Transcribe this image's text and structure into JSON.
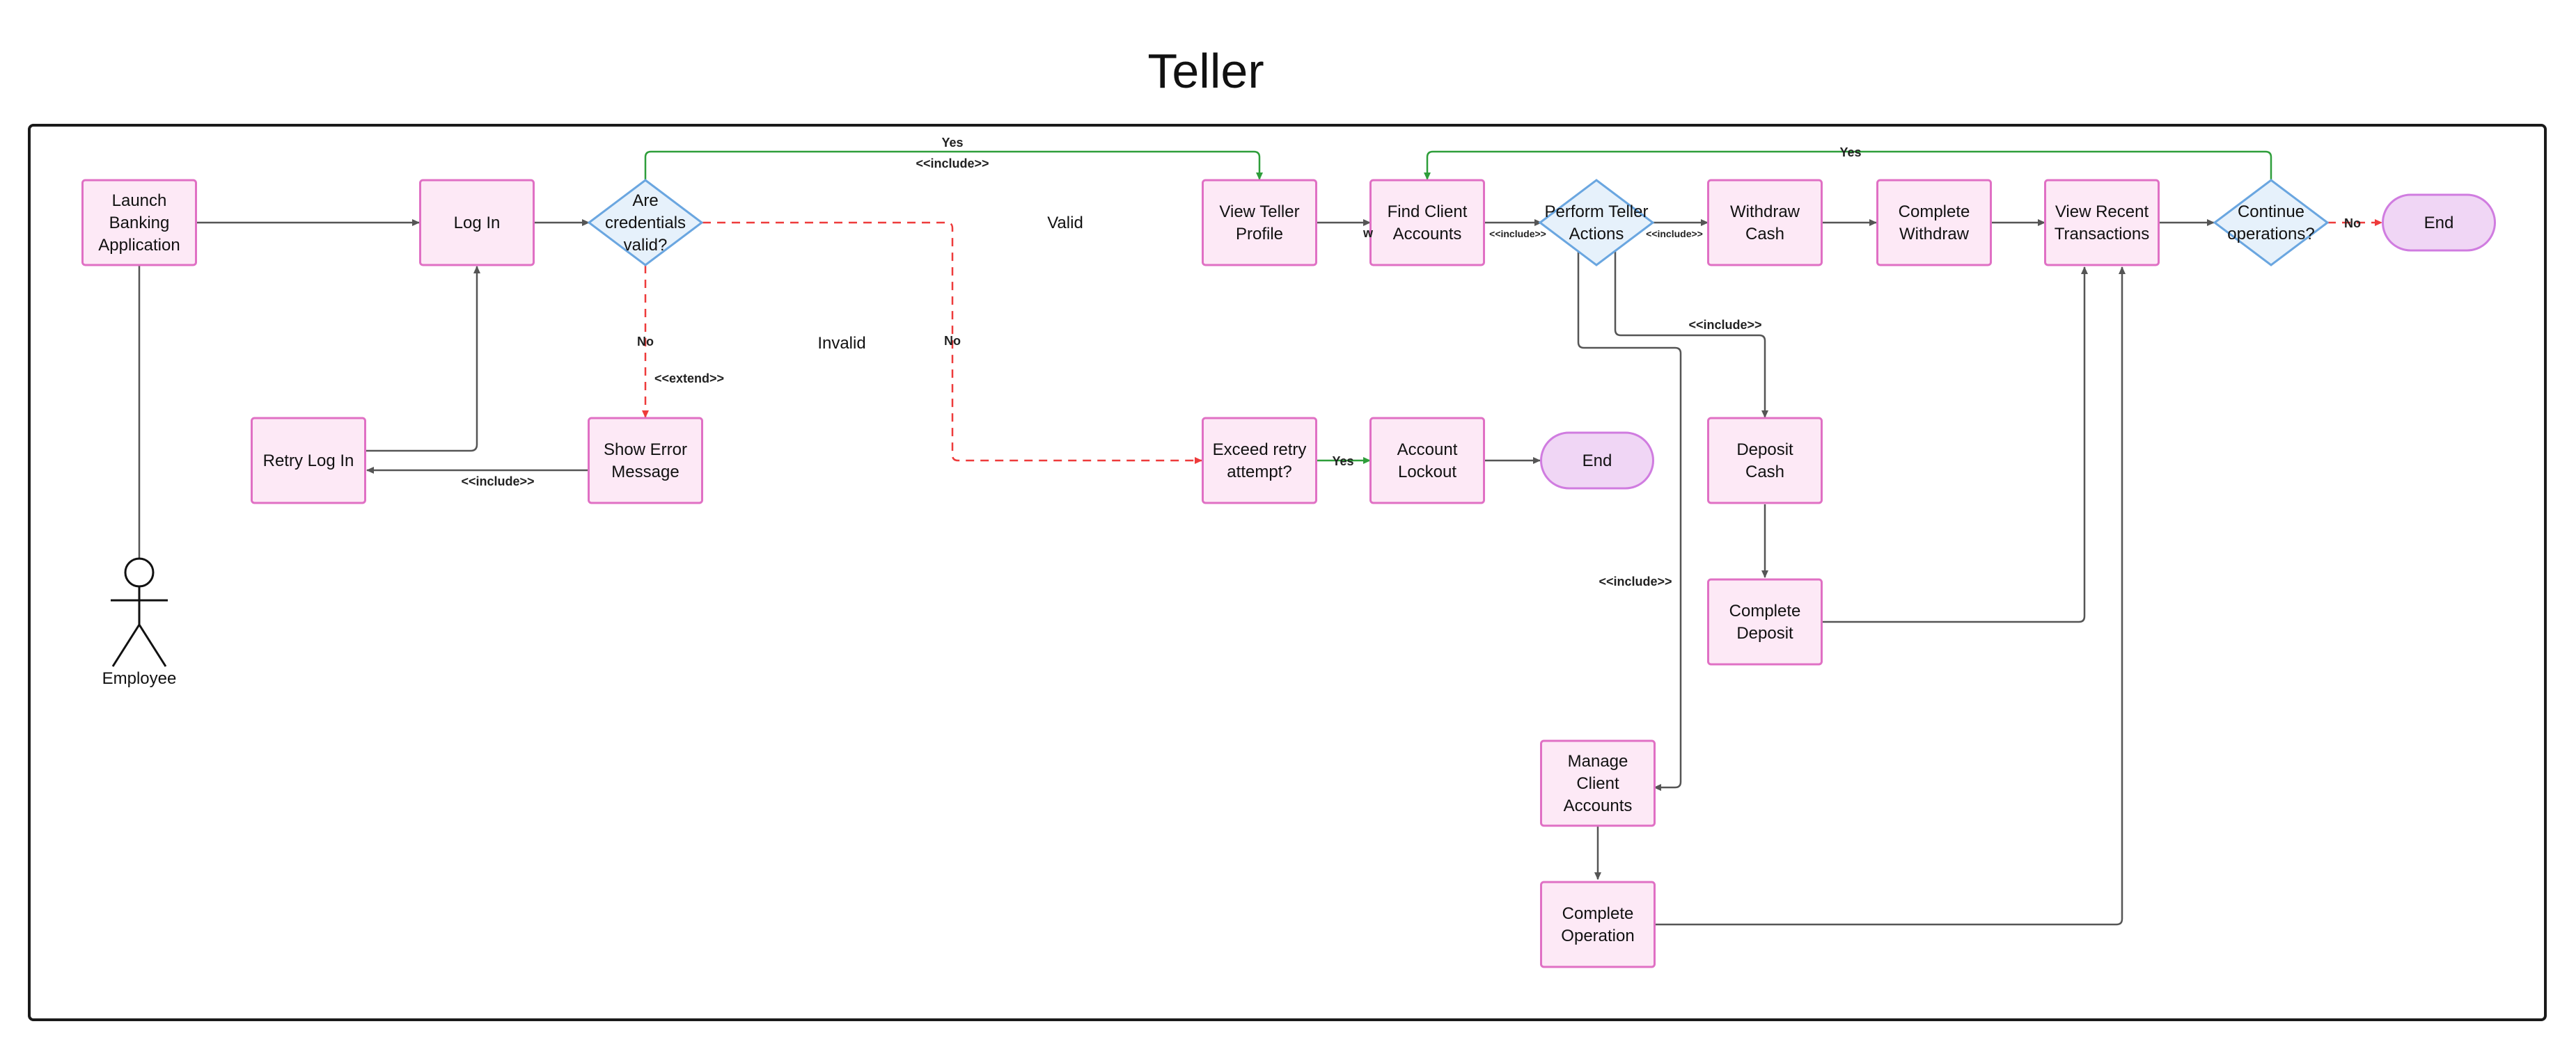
{
  "title": "Teller",
  "actor": {
    "label": "Employee"
  },
  "nodes": {
    "launch": [
      "Launch",
      "Banking",
      "Application"
    ],
    "login": [
      "Log In"
    ],
    "credentials": [
      "Are",
      "credentials",
      "valid?"
    ],
    "retry_login": [
      "Retry Log In"
    ],
    "show_error": [
      "Show Error",
      "Message"
    ],
    "view_profile": [
      "View Teller",
      "Profile"
    ],
    "exceed_retry": [
      "Exceed retry",
      "attempt?"
    ],
    "account_lockout": [
      "Account",
      "Lockout"
    ],
    "end_lockout": [
      "End"
    ],
    "find_client": [
      "Find Client",
      "Accounts"
    ],
    "perform_actions": [
      "Perform Teller",
      "Actions"
    ],
    "withdraw_cash": [
      "Withdraw",
      "Cash"
    ],
    "complete_withdraw": [
      "Complete",
      "Withdraw"
    ],
    "view_transactions": [
      "View Recent",
      "Transactions"
    ],
    "continue_ops": [
      "Continue",
      "operations?"
    ],
    "end_main": [
      "End"
    ],
    "deposit_cash": [
      "Deposit",
      "Cash"
    ],
    "complete_deposit": [
      "Complete",
      "Deposit"
    ],
    "manage_accounts": [
      "Manage",
      "Client",
      "Accounts"
    ],
    "complete_operation": [
      "Complete",
      "Operation"
    ]
  },
  "edge_labels": {
    "yes_top": "Yes",
    "include_top": "<<include>>",
    "no_error": "No",
    "extend": "<<extend>>",
    "include_retry": "<<include>>",
    "no_exceed": "No",
    "yes_lockout": "Yes",
    "include_find": "<<include>>",
    "include_withdraw": "<<include>>",
    "include_deposit": "<<include>>",
    "include_manage": "<<include>>",
    "yes_continue": "Yes",
    "no_end": "No",
    "w_mark": "w"
  },
  "free_labels": {
    "valid": "Valid",
    "invalid": "Invalid"
  }
}
